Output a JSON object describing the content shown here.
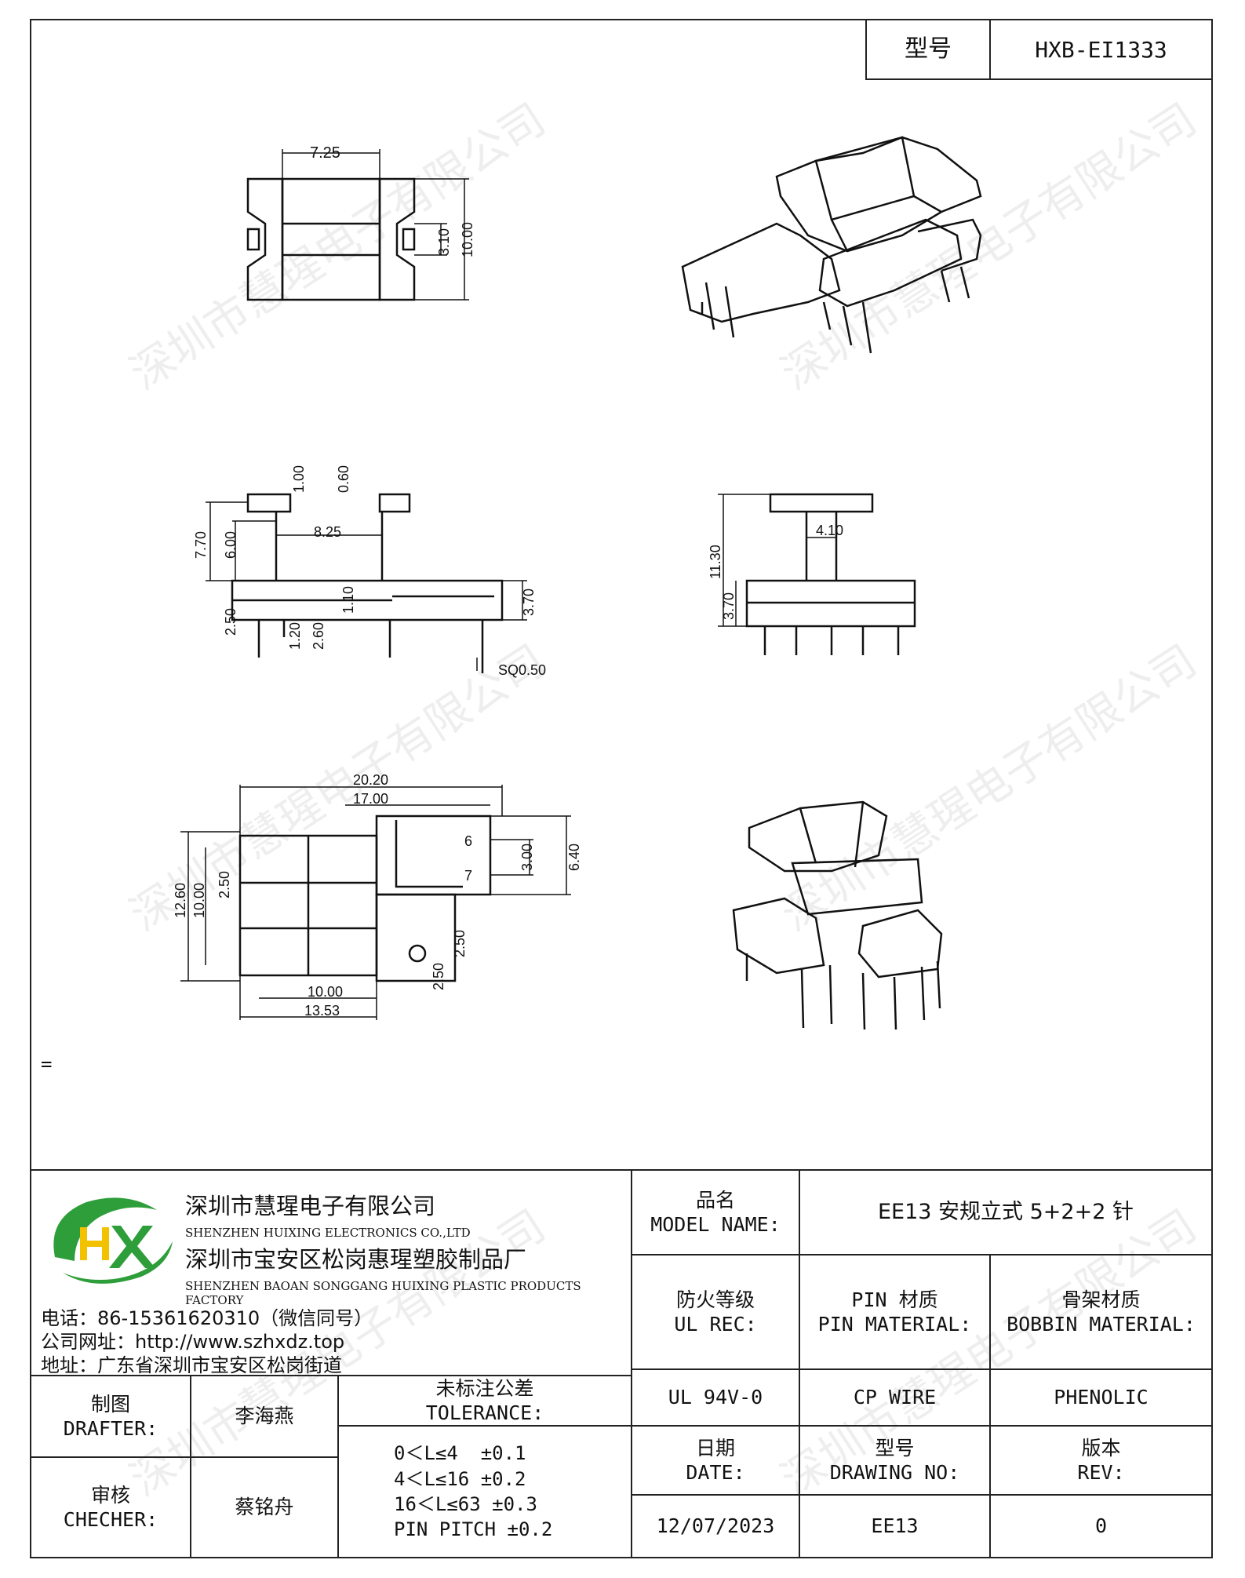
{
  "header": {
    "model_label": "型号",
    "model_value": "HXB-EI1333"
  },
  "watermark_text": "深圳市慧瑆电子有限公司",
  "stray_mark": "=",
  "drawing": {
    "top_view": {
      "dims": [
        "7.25",
        "3.10",
        "10.00"
      ]
    },
    "front_view": {
      "dims": [
        "1.00",
        "0.60",
        "8.25",
        "7.70",
        "6.00",
        "2.50",
        "1.20",
        "2.60",
        "1.10",
        "3.70",
        "SQ0.50"
      ]
    },
    "side_view": {
      "dims": [
        "4.10",
        "11.30",
        "3.70"
      ]
    },
    "bottom_view": {
      "dims": [
        "20.20",
        "17.00",
        "6",
        "7",
        "3.00",
        "6.40",
        "12.60",
        "10.00",
        "2.50",
        "2.50",
        "2.50",
        "10.00",
        "13.53"
      ]
    }
  },
  "company": {
    "name_cn": "深圳市慧瑆电子有限公司",
    "name_en": "SHENZHEN HUIXING ELECTRONICS CO.,LTD",
    "factory_cn": "深圳市宝安区松岗惠瑆塑胶制品厂",
    "factory_en": "SHENZHEN BAOAN SONGGANG HUIXING PLASTIC PRODUCTS FACTORY",
    "phone": "电话：86-15361620310（微信同号）",
    "website": "公司网址：http://www.szhxdz.top",
    "address": "地址：广东省深圳市宝安区松岗街道",
    "logo_letters": "HX",
    "logo_colors": {
      "green": "#2e9e3a",
      "yellow": "#f2c200"
    }
  },
  "title_block": {
    "model_name_label_cn": "品名",
    "model_name_label_en": "MODEL NAME:",
    "model_name_value": "EE13 安规立式 5+2+2 针",
    "ul_label_cn": "防火等级",
    "ul_label_en": "UL REC:",
    "pin_label_cn": "PIN 材质",
    "pin_label_en": "PIN MATERIAL:",
    "bobbin_label_cn": "骨架材质",
    "bobbin_label_en": "BOBBIN MATERIAL:",
    "ul_value": "UL 94V-0",
    "pin_value": "CP WIRE",
    "bobbin_value": "PHENOLIC",
    "drafter_label_cn": "制图",
    "drafter_label_en": "DRAFTER:",
    "drafter_value": "李海燕",
    "checker_label_cn": "审核",
    "checker_label_en": "CHECHER:",
    "checker_value": "蔡铭舟",
    "tolerance_label_cn": "未标注公差",
    "tolerance_label_en": "TOLERANCE:",
    "tolerance_lines": [
      "0＜L≤4  ±0.1",
      "4＜L≤16 ±0.2",
      "16＜L≤63 ±0.3",
      "PIN PITCH ±0.2"
    ],
    "date_label_cn": "日期",
    "date_label_en": "DATE:",
    "date_value": "12/07/2023",
    "drawing_no_label_cn": "型号",
    "drawing_no_label_en": "DRAWING NO:",
    "drawing_no_value": "EE13",
    "rev_label_cn": "版本",
    "rev_label_en": "REV:",
    "rev_value": "0"
  }
}
